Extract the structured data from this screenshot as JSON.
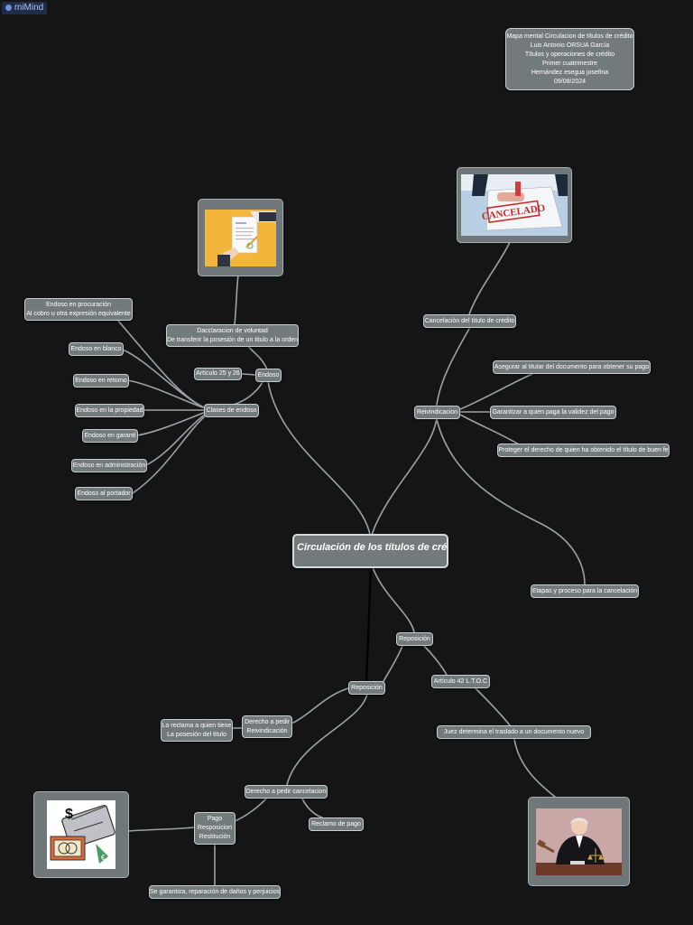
{
  "app": {
    "name": "miMind"
  },
  "info_box": {
    "lines": [
      "Mapa mental Circulacion de títulos de crédito",
      "Luis Antonio ORSUA García",
      "Títulos y operaciones de crédito",
      "Primer cuatrimestre",
      "Hernández esegua josefina",
      "09/08/2024"
    ]
  },
  "central": {
    "label": "Circulación de los títulos de crédito."
  },
  "endoso": {
    "label": "Endoso",
    "declaration": [
      "Dacclaracion de voluntad",
      "De transferir la posesión de un titulo a la orden"
    ],
    "article": "Artículo 25 y 26",
    "clases_label": "Clases de endoso",
    "clases": [
      [
        "Endoso en procuración",
        "Al cobro u otra expresión equivalente"
      ],
      [
        "Endoso en blanco"
      ],
      [
        "Endoso en retorno"
      ],
      [
        "Endoso en la propiedad"
      ],
      [
        "Endoso en garantí"
      ],
      [
        "Endoso en administración"
      ],
      [
        "Endoso al portador"
      ]
    ]
  },
  "reivindicacion": {
    "label": "Reivindicacion",
    "cancelacion": "Cancelación del título de crédito",
    "items": [
      "Asegurar al titular del documento para obtener su pago",
      "Garantizar a quien paga la validez  del pago",
      "Proteger el derecho de quien ha obtenido el título de buen fe"
    ],
    "etapas": "Etapas y proceso para la cancelación"
  },
  "reposicion_upper": {
    "label": "Reposición",
    "articulo": "Artículo 42 L.T.O.C",
    "juez": "Juez  determina  el traslado a un documento nuevo"
  },
  "reposicion_lower": {
    "label": "Reposición",
    "derecho_reivindicacion": [
      "Derecho a pedir",
      "Reivindicación"
    ],
    "reclamo_quien": [
      "Lo reclama a quien tiene",
      "La posesión del titulo"
    ],
    "derecho_cancelacion": "Derecho a pedir cancelacion",
    "reclamo_pago": "Reclamo de pago",
    "pago": [
      "Pago",
      "Resposicion",
      "Restitución"
    ],
    "garantia": "Se garantiza, reparación de daños y perjuicios"
  },
  "images": {
    "document": "document-signing-icon",
    "cancelado": {
      "icon": "cancelled-stamp-icon",
      "stamp_text": "CANCELADO"
    },
    "payment": "payment-card-icon",
    "judge": "judge-icon"
  },
  "colors": {
    "background": "#151515",
    "node_fill": "#737a7c",
    "node_border": "#c9cfd1",
    "edge": "#9da3a5",
    "main_edge": "#000000"
  }
}
